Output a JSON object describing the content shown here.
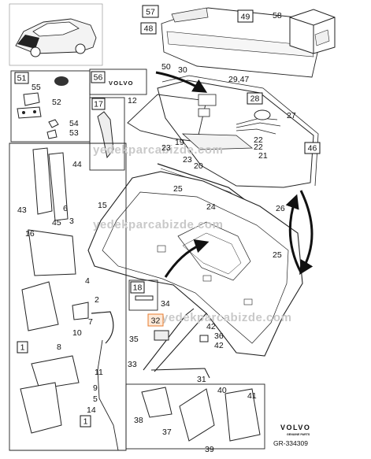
{
  "watermark": "yedekparcabizde.com",
  "watermark_secondary": "yedekparcabizde.com",
  "badge_lettering": "VOLVO",
  "brand": {
    "name": "VOLVO",
    "subtitle": "GENUINE PARTS",
    "reference": "GR-334309"
  },
  "boxed_labels": [
    "57",
    "48",
    "49",
    "51",
    "56",
    "17",
    "28",
    "46",
    "18",
    "32",
    "1",
    "1"
  ],
  "callouts": [
    "58",
    "50",
    "30",
    "29,47",
    "12",
    "27",
    "22",
    "19",
    "23",
    "21",
    "22",
    "23",
    "20",
    "25",
    "24",
    "26",
    "15",
    "25",
    "55",
    "52",
    "54",
    "53",
    "44",
    "43",
    "6",
    "16",
    "45",
    "3",
    "4",
    "2",
    "7",
    "10",
    "8",
    "9",
    "5",
    "14",
    "11",
    "34",
    "42",
    "36",
    "35",
    "42",
    "33",
    "31",
    "40",
    "41",
    "38",
    "37",
    "39"
  ],
  "colors": {
    "line": "#111111",
    "highlight": "#e87b2d",
    "watermark": "#c9c9c9"
  }
}
